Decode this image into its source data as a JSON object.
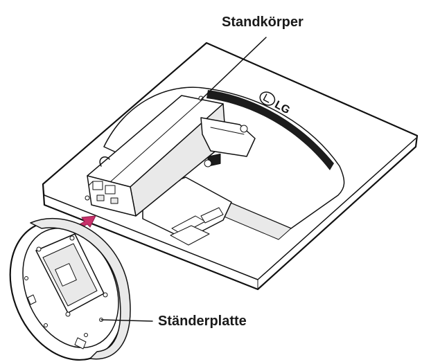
{
  "labels": {
    "stand_body": "Standkörper",
    "stand_base": "Ständerplatte"
  },
  "logo": {
    "text": "LG"
  },
  "colors": {
    "arrow": "#c8306a",
    "line": "#111111"
  }
}
